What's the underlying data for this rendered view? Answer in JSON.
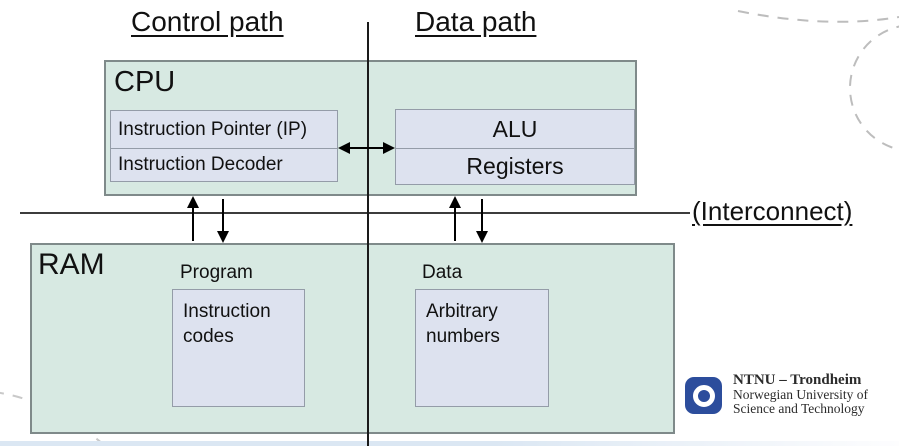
{
  "titles": {
    "control": "Control path",
    "data": "Data path"
  },
  "cpu": {
    "label": "CPU",
    "left_units": [
      "Instruction Pointer (IP)",
      "Instruction Decoder"
    ],
    "right_units": [
      "ALU",
      "Registers"
    ]
  },
  "interconnect": {
    "label": "(Interconnect)"
  },
  "ram": {
    "label": "RAM",
    "sections": [
      {
        "label": "Program",
        "content": "Instruction\ncodes"
      },
      {
        "label": "Data",
        "content": "Arbitrary\nnumbers"
      }
    ]
  },
  "logo": {
    "title": "NTNU – Trondheim",
    "subtitle1": "Norwegian University of",
    "subtitle2": "Science and Technology"
  },
  "colors": {
    "box-green": "#d7e9e2",
    "box-lavender": "#dde2ef",
    "logo-blue": "#2c4d9c",
    "interconnect-line": "#3c3c3c",
    "decor-dash": "#bdbdbd"
  }
}
